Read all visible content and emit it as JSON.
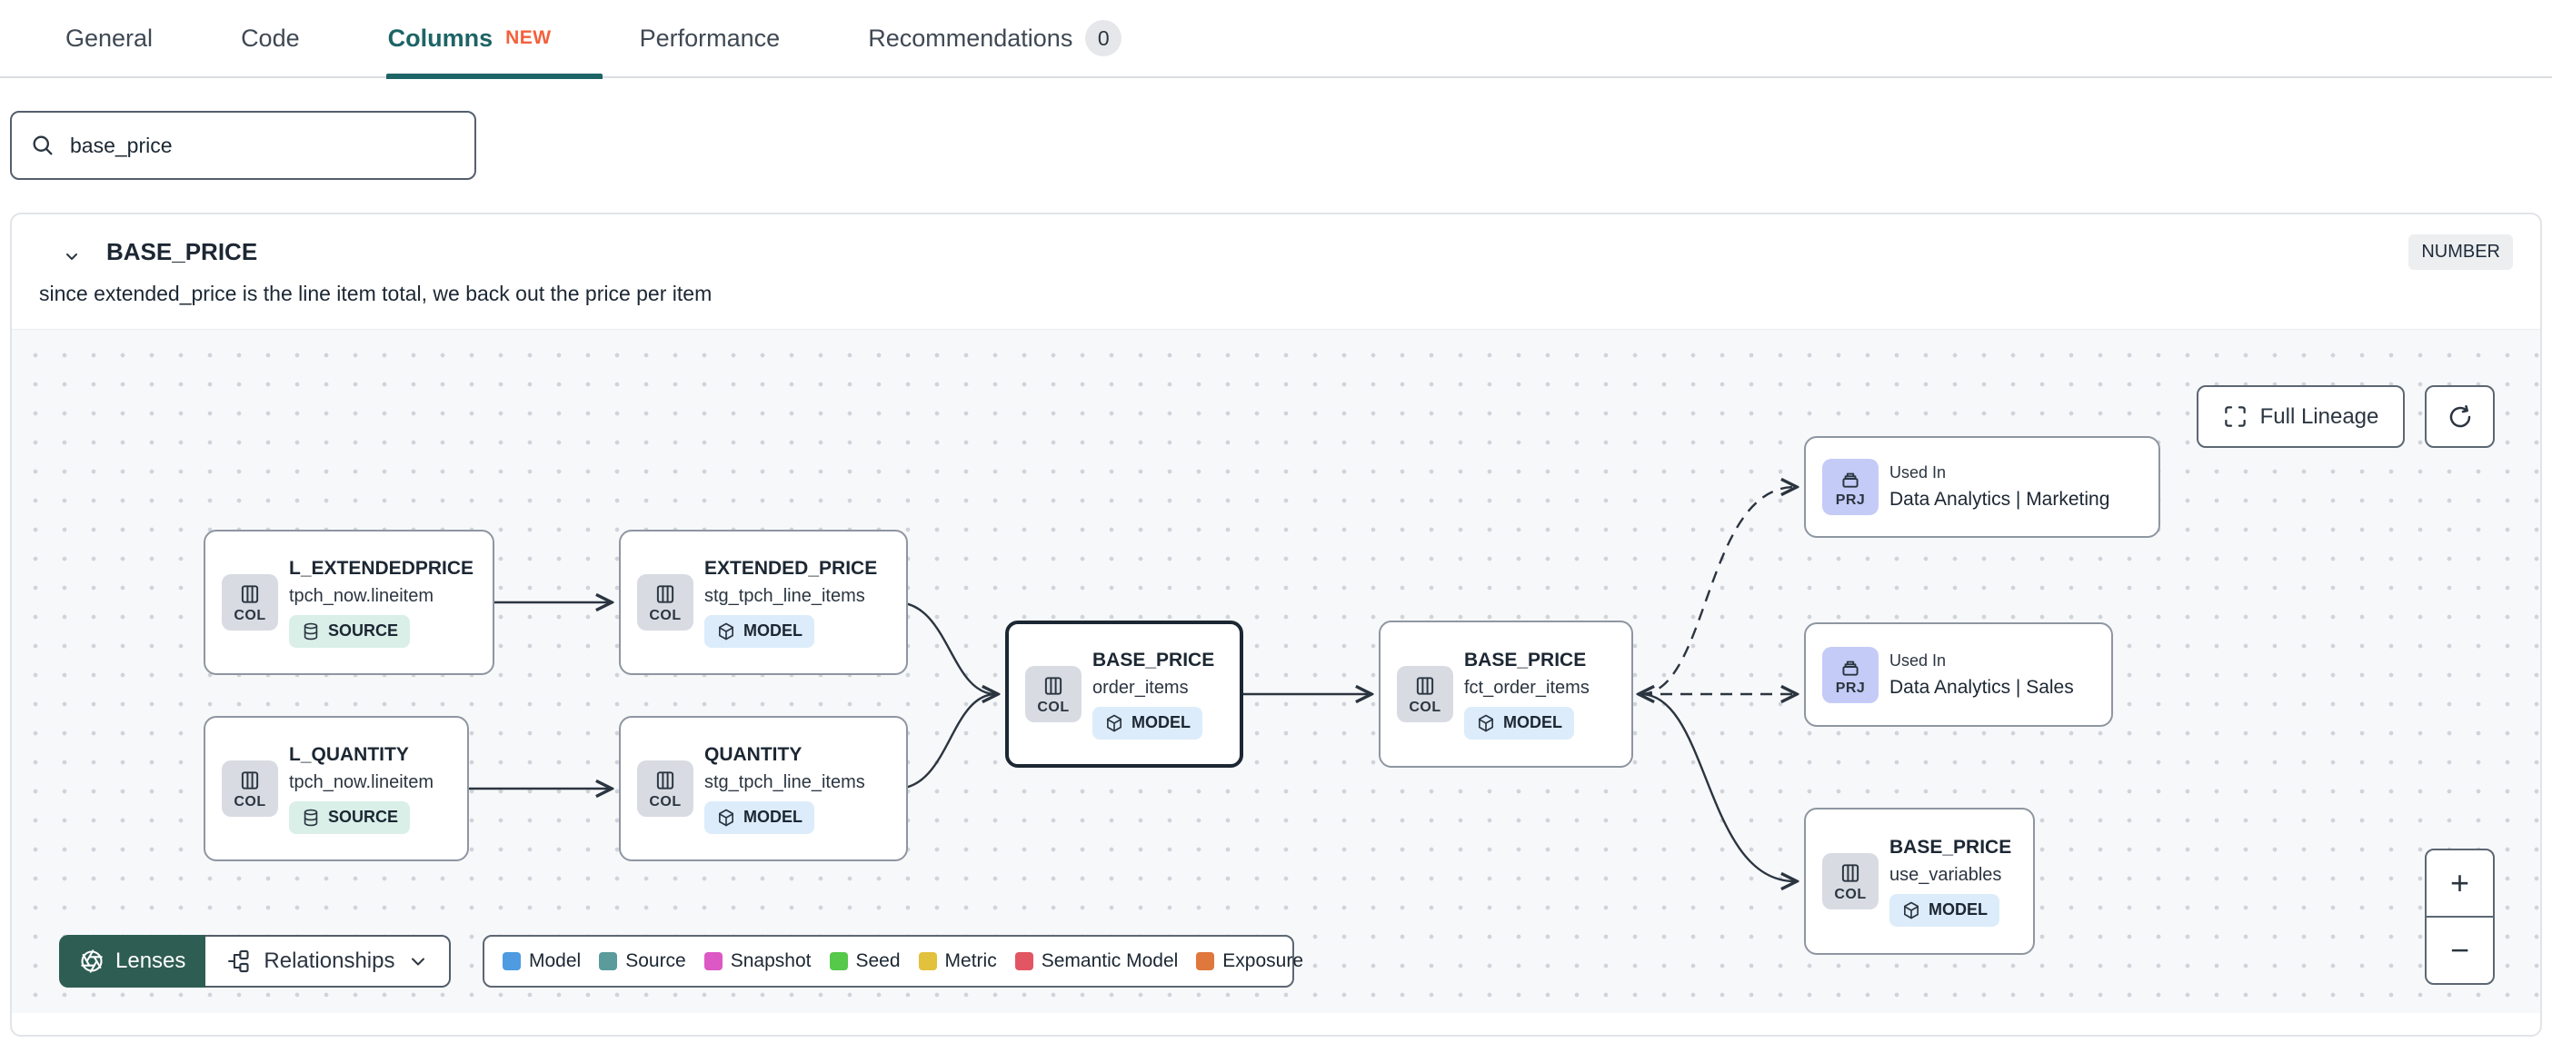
{
  "tabs": {
    "items": [
      {
        "label": "General"
      },
      {
        "label": "Code"
      },
      {
        "label": "Columns",
        "badge": "NEW",
        "active": true
      },
      {
        "label": "Performance"
      },
      {
        "label": "Recommendations",
        "count": "0"
      }
    ]
  },
  "search": {
    "value": "base_price"
  },
  "column_panel": {
    "title": "BASE_PRICE",
    "type_badge": "NUMBER",
    "description": "since extended_price is the line item total, we back out the price per item"
  },
  "lineage": {
    "full_lineage_button": "Full Lineage",
    "zoom_in": "+",
    "zoom_out": "−",
    "nodes": [
      {
        "title": "L_EXTENDEDPRICE",
        "subtitle": "tpch_now.lineitem",
        "chip": "COL",
        "badge": "SOURCE"
      },
      {
        "title": "EXTENDED_PRICE",
        "subtitle": "stg_tpch_line_items",
        "chip": "COL",
        "badge": "MODEL"
      },
      {
        "title": "L_QUANTITY",
        "subtitle": "tpch_now.lineitem",
        "chip": "COL",
        "badge": "SOURCE"
      },
      {
        "title": "QUANTITY",
        "subtitle": "stg_tpch_line_items",
        "chip": "COL",
        "badge": "MODEL"
      },
      {
        "title": "BASE_PRICE",
        "subtitle": "order_items",
        "chip": "COL",
        "badge": "MODEL",
        "selected": true
      },
      {
        "title": "BASE_PRICE",
        "subtitle": "fct_order_items",
        "chip": "COL",
        "badge": "MODEL"
      },
      {
        "chip": "PRJ",
        "used_in": "Used In",
        "title": "Data Analytics | Marketing"
      },
      {
        "chip": "PRJ",
        "used_in": "Used In",
        "title": "Data Analytics | Sales"
      },
      {
        "title": "BASE_PRICE",
        "subtitle": "use_variables",
        "chip": "COL",
        "badge": "MODEL"
      }
    ],
    "toolbar": {
      "lenses": "Lenses",
      "relationships": "Relationships"
    },
    "legend": [
      {
        "label": "Model",
        "color": "#4F9BE1"
      },
      {
        "label": "Source",
        "color": "#5B9B9B"
      },
      {
        "label": "Snapshot",
        "color": "#DC58C5"
      },
      {
        "label": "Seed",
        "color": "#56C84A"
      },
      {
        "label": "Metric",
        "color": "#E2C23D"
      },
      {
        "label": "Semantic Model",
        "color": "#E25563"
      },
      {
        "label": "Exposure",
        "color": "#E0773D"
      }
    ]
  },
  "colors": {
    "accent_teal": "#1D6466",
    "new_badge": "#F4603C",
    "selected_border": "#1C2733",
    "lenses_button": "#2E5D53"
  }
}
